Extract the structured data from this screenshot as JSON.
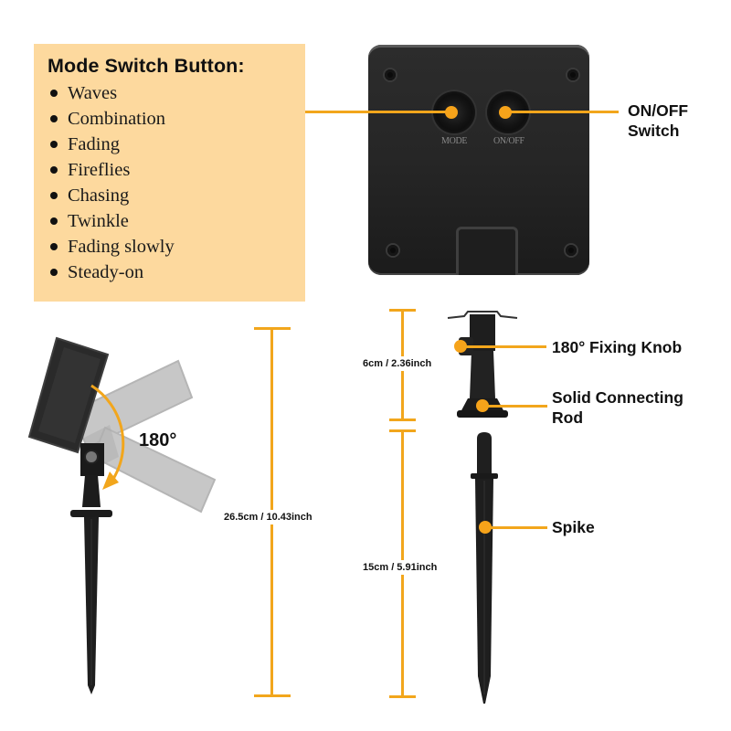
{
  "mode_switch": {
    "title": "Mode Switch Button:",
    "modes": [
      "Waves",
      "Combination",
      "Fading",
      "Fireflies",
      "Chasing",
      "Twinkle",
      "Fading slowly",
      "Steady-on"
    ]
  },
  "panel": {
    "buttons": [
      {
        "label": "MODE"
      },
      {
        "label": "ON/OFF"
      }
    ],
    "callout_line1": "ON/OFF",
    "callout_line2": "Switch"
  },
  "rotation": {
    "angle_label": "180°"
  },
  "dimensions": {
    "total_height": "26.5cm / 10.43inch",
    "rod_height": "6cm / 2.36inch",
    "spike_height": "15cm / 5.91inch"
  },
  "parts": {
    "knob": "180° Fixing Knob",
    "rod_line1": "Solid Connecting",
    "rod_line2": "Rod",
    "spike": "Spike"
  },
  "colors": {
    "accent": "#f2a61c",
    "box_bg": "#fdd99e",
    "product": "#1e1e1e"
  }
}
